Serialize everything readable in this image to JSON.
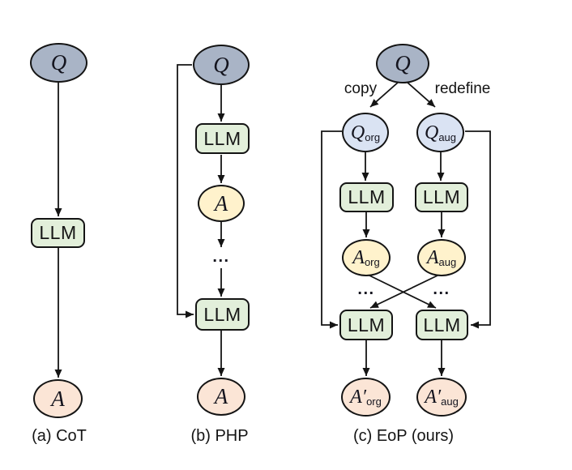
{
  "figure": {
    "panels": {
      "cot": {
        "caption": "(a) CoT",
        "nodes": {
          "q": {
            "label": "Q"
          },
          "llm": {
            "label": "LLM"
          },
          "a_final": {
            "label": "A"
          }
        }
      },
      "php": {
        "caption": "(b) PHP",
        "nodes": {
          "q": {
            "label": "Q"
          },
          "llm_first": {
            "label": "LLM"
          },
          "a_intermediate": {
            "label": "A"
          },
          "ellipsis": "...",
          "llm_last": {
            "label": "LLM"
          },
          "a_final": {
            "label": "A"
          }
        }
      },
      "eop": {
        "caption": "(c) EoP (ours)",
        "edge_labels": {
          "copy": "copy",
          "redefine": "redefine"
        },
        "nodes": {
          "q": {
            "label": "Q"
          },
          "q_org": {
            "main": "Q",
            "sub": "org"
          },
          "q_aug": {
            "main": "Q",
            "sub": "aug"
          },
          "llm_org_first": {
            "label": "LLM"
          },
          "llm_aug_first": {
            "label": "LLM"
          },
          "a_org": {
            "main": "A",
            "sub": "org"
          },
          "a_aug": {
            "main": "A",
            "sub": "aug"
          },
          "ellipsis_left": "...",
          "ellipsis_right": "...",
          "llm_org_last": {
            "label": "LLM"
          },
          "llm_aug_last": {
            "label": "LLM"
          },
          "a_org_prime": {
            "main": "A′",
            "sub": "org"
          },
          "a_aug_prime": {
            "main": "A′",
            "sub": "aug"
          }
        }
      }
    },
    "colors": {
      "question_node": "#a9b4c6",
      "question_variant_node": "#dae3f3",
      "llm_node": "#e2efda",
      "intermediate_answer_node": "#fff2cc",
      "final_answer_node": "#fbe5d6",
      "line": "#141414"
    }
  }
}
